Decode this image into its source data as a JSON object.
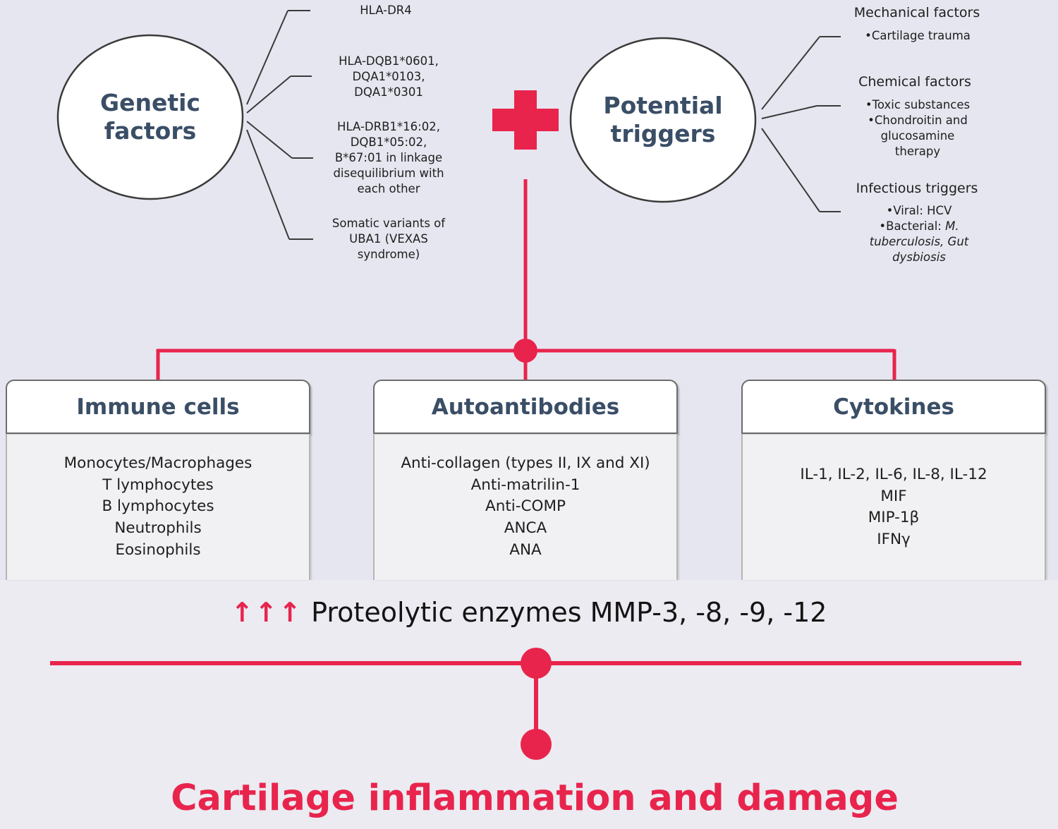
{
  "genetic": {
    "title_line1": "Genetic",
    "title_line2": "factors",
    "items": [
      [
        "HLA-DR4"
      ],
      [
        "HLA-DQB1*0601,",
        "DQA1*0103,",
        "DQA1*0301"
      ],
      [
        "HLA-DRB1*16:02,",
        "DQB1*05:02,",
        "B*67:01 in linkage",
        "disequilibrium with",
        "each other"
      ],
      [
        "Somatic variants of",
        "UBA1 (VEXAS",
        "syndrome)"
      ]
    ]
  },
  "plus_symbol": "+",
  "triggers": {
    "title_line1": "Potential",
    "title_line2": "triggers",
    "mechanical": {
      "heading": "Mechanical factors",
      "items": [
        "•Cartilage trauma"
      ]
    },
    "chemical": {
      "heading": "Chemical factors",
      "items": [
        "•Toxic substances",
        "•Chondroitin and",
        "glucosamine",
        "therapy"
      ]
    },
    "infectious": {
      "heading": "Infectious triggers",
      "viral": "•Viral: HCV",
      "bacterial_prefix": "•Bacterial: ",
      "bacterial_italic_1": "M.",
      "bacterial_italic_2": "tuberculosis, Gut",
      "bacterial_italic_3": "dysbiosis"
    }
  },
  "boxes": [
    {
      "title": "Immune cells",
      "items": [
        "Monocytes/Macrophages",
        "T lymphocytes",
        "B lymphocytes",
        "Neutrophils",
        "Eosinophils"
      ]
    },
    {
      "title": "Autoantibodies",
      "items": [
        "Anti-collagen (types II, IX and XI)",
        "Anti-matrilin-1",
        "Anti-COMP",
        "ANCA",
        "ANA"
      ]
    },
    {
      "title": "Cytokines",
      "items": [
        "IL-1, IL-2, IL-6, IL-8, IL-12",
        "MIF",
        "MIP-1β",
        "IFNγ"
      ]
    }
  ],
  "enzymes": {
    "arrows": "↑↑↑",
    "text": "Proteolytic enzymes MMP-3, -8, -9, -12"
  },
  "outcome": "Cartilage inflammation and damage",
  "colors": {
    "accent": "#e8244d",
    "title_text": "#3a4e66",
    "line_dark": "#3a3a3a"
  }
}
